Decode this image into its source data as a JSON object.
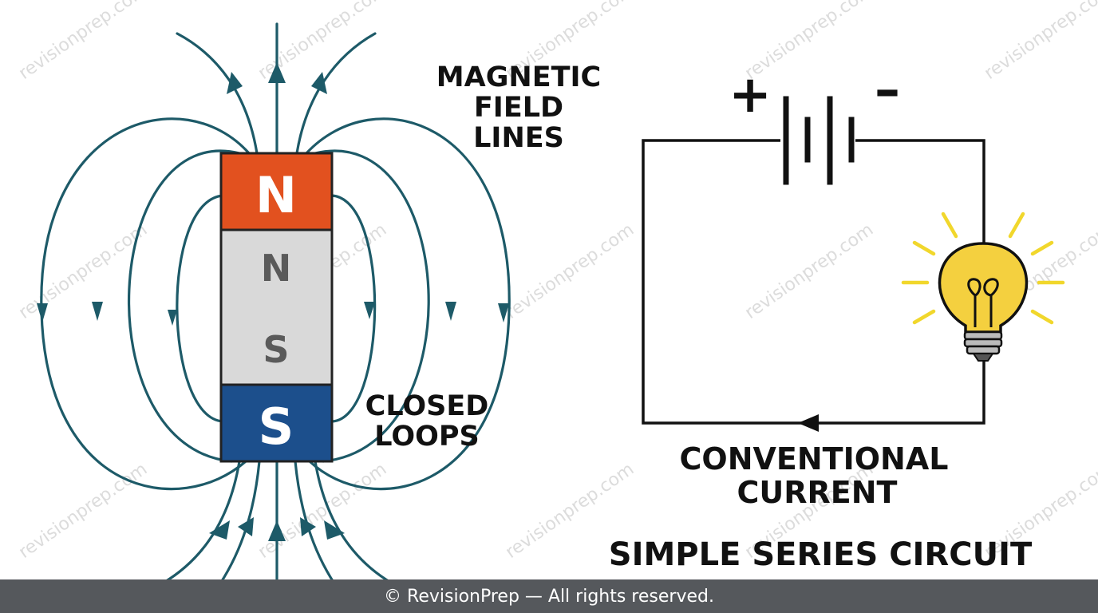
{
  "colors": {
    "field_line": "#1d5a68",
    "north_pole": "#e2511f",
    "south_pole": "#1c4f8c",
    "middle": "#d9d9d9",
    "wire": "#111111",
    "bulb": "#f4d03f",
    "rays": "#f1d72c"
  },
  "watermark": "revisionprep.com",
  "magnet": {
    "north_label": "N",
    "middle_top_label": "N",
    "middle_bottom_label": "S",
    "south_label": "S",
    "field_label_lines": [
      "MAGNETIC",
      "FIELD",
      "LINES"
    ],
    "loops_label_lines": [
      "CLOSED",
      "LOOPS"
    ]
  },
  "circuit": {
    "plus_label": "+",
    "minus_label": "–",
    "current_label_lines": [
      "CONVENTIONAL",
      "CURRENT"
    ],
    "title": "SIMPLE SERIES CIRCUIT"
  },
  "footer": {
    "text": "© RevisionPrep — All rights reserved."
  }
}
